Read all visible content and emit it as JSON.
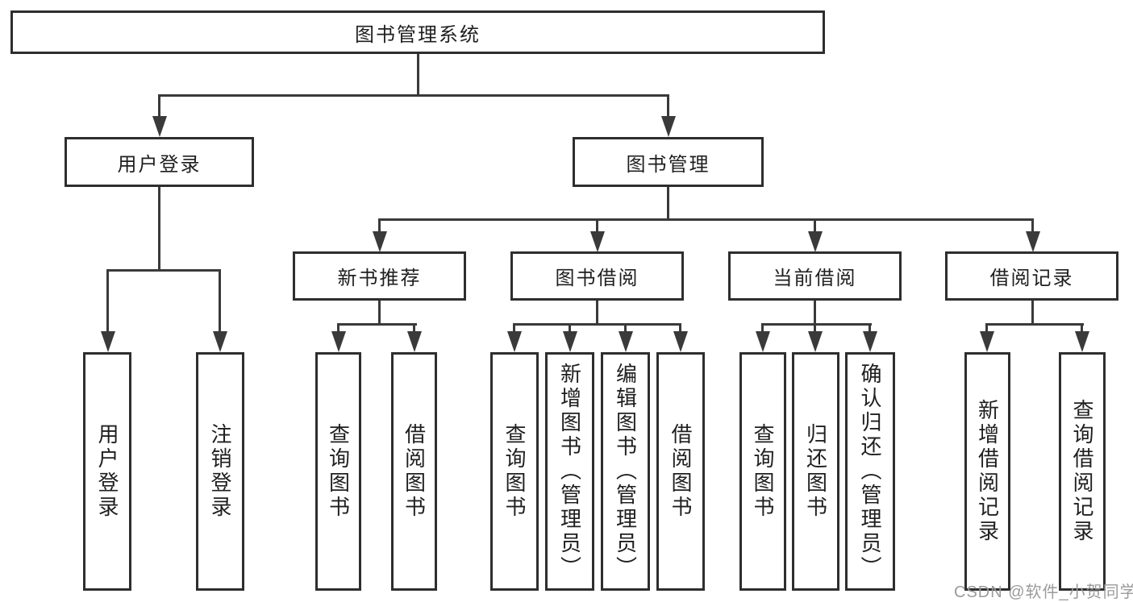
{
  "diagram": {
    "title": "图书管理系统",
    "root": {
      "label": "图书管理系统"
    },
    "level2": [
      {
        "label": "用户登录"
      },
      {
        "label": "图书管理"
      }
    ],
    "level3": [
      {
        "label": "新书推荐"
      },
      {
        "label": "图书借阅"
      },
      {
        "label": "当前借阅"
      },
      {
        "label": "借阅记录"
      }
    ],
    "leaves": {
      "user_login": [
        "用户登录",
        "注销登录"
      ],
      "new_book_recommend": [
        "查询图书",
        "借阅图书"
      ],
      "book_borrow": [
        "查询图书",
        "新增图书（管理员）",
        "编辑图书（管理员）",
        "借阅图书"
      ],
      "current_borrow": [
        "查询图书",
        "归还图书",
        "确认归还（管理员）"
      ],
      "borrow_record": [
        "新增借阅记录",
        "查询借阅记录"
      ]
    }
  },
  "watermark": {
    "text": "CSDN @软件_小贺同学"
  },
  "colors": {
    "background": "#ffffff",
    "box_border": "#2e2e2e",
    "connector_line": "#3a3a3a",
    "text": "#1f1f1f",
    "watermark_text": "#9b9b9b"
  }
}
